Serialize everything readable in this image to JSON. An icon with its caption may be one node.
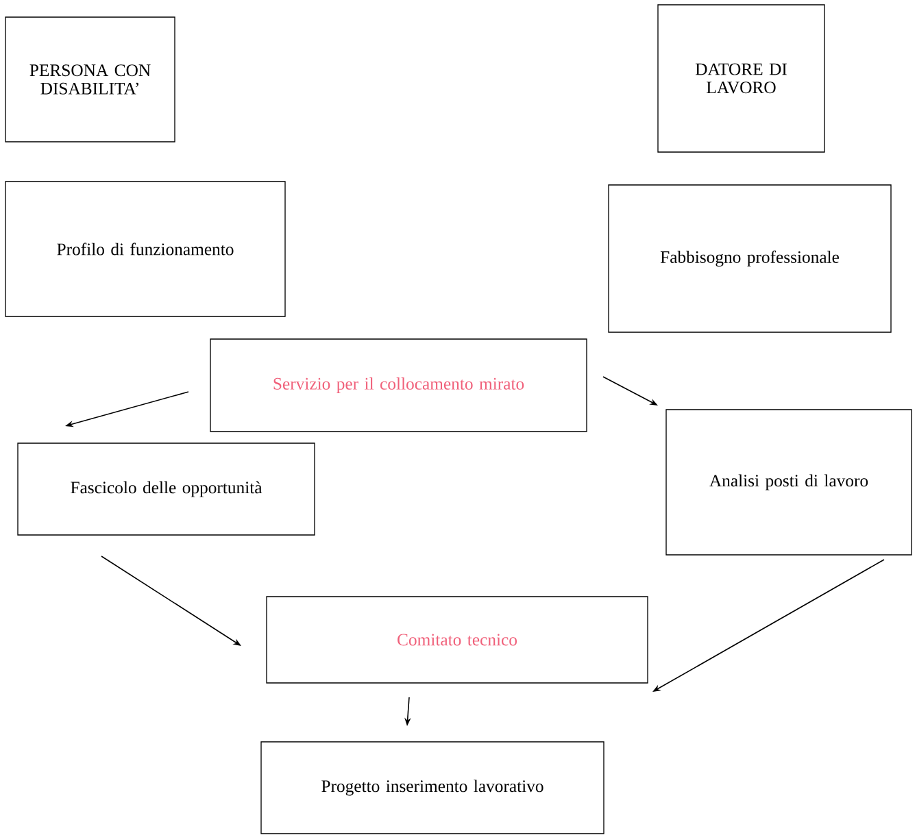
{
  "diagram": {
    "nodes": [
      {
        "text": [
          "PERSONA CON DISABILITA’"
        ]
      },
      {
        "text": [
          "DATORE DI LAVORO"
        ]
      },
      {
        "text": [
          "Profilo di funzionamento"
        ]
      },
      {
        "text": [
          "Fabbisogno professionale"
        ]
      },
      {
        "text": [
          "Servizio per il collocamento mirato"
        ]
      },
      {
        "text": [
          "Fascicolo delle opportunità"
        ]
      },
      {
        "text": [
          "Analisi posti di lavoro"
        ]
      },
      {
        "text": [
          "Comitato tecnico"
        ]
      },
      {
        "text": [
          "Progetto inserimento lavorativo"
        ]
      }
    ],
    "edges": [
      {
        "from": 4,
        "to": 5,
        "arrow": "to"
      },
      {
        "from": 4,
        "to": 6,
        "arrow": "to"
      },
      {
        "from": 5,
        "to": 7,
        "arrow": "to"
      },
      {
        "from": 6,
        "to": 7,
        "arrow": "to"
      },
      {
        "from": 7,
        "to": 8,
        "arrow": "to"
      }
    ]
  }
}
